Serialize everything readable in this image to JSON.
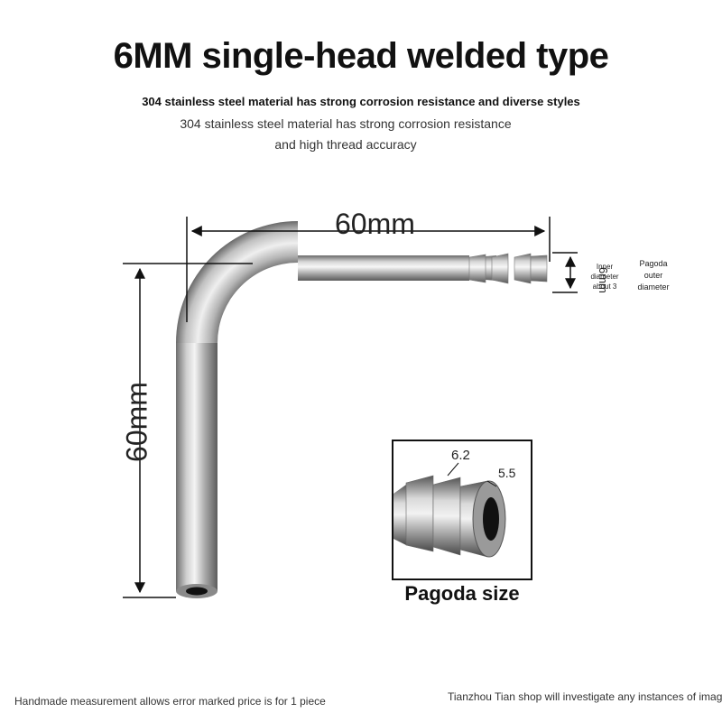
{
  "header": {
    "title": "6MM single-head welded type",
    "subtitle_bold": "304 stainless steel material has strong corrosion resistance and diverse styles",
    "subtitle_line1": "304 stainless steel material has strong corrosion resistance",
    "subtitle_line2": "and high thread accuracy"
  },
  "dimensions": {
    "horizontal": "60mm",
    "vertical": "60mm",
    "pagoda_diameter": "6mm",
    "inner_note_line1": "Inner",
    "inner_note_line2": "diameter",
    "inner_note_line3": "about 3",
    "outer_note_line1": "Pagoda",
    "outer_note_line2": "outer",
    "outer_note_line3": "diameter"
  },
  "inset": {
    "label_large": "6.2",
    "label_small": "5.5",
    "caption": "Pagoda size"
  },
  "footer": {
    "left": "Handmade measurement allows error marked price is for 1 piece",
    "right": "Tianzhou Tian shop will investigate any instances of image theft"
  }
}
